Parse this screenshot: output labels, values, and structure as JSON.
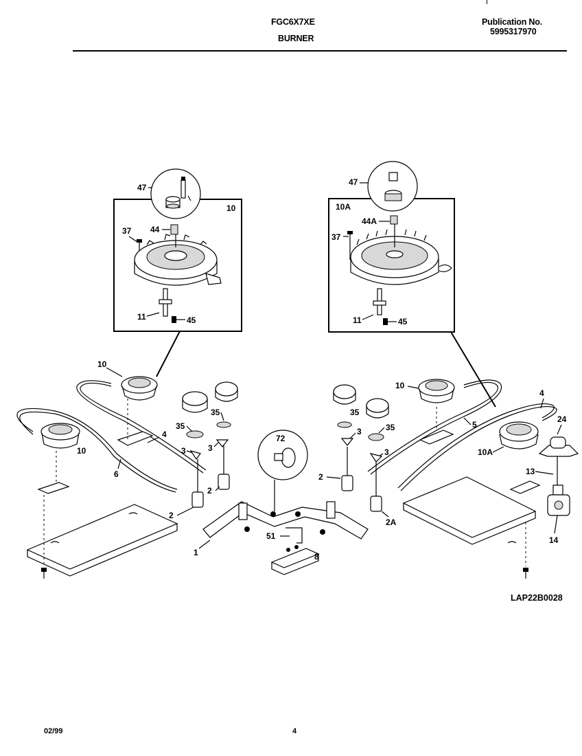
{
  "header": {
    "model": "FGC6X7XE",
    "section": "BURNER",
    "publication_label": "Publication No.",
    "publication_number": "5995317970"
  },
  "footer": {
    "diagram_code": "LAP22B0028",
    "date": "02/99",
    "page_number": "4"
  },
  "callouts": {
    "p47a": "47",
    "p44a": "44",
    "p37a": "37",
    "p11a": "11",
    "p45a": "45",
    "box10": "10",
    "p47b": "47",
    "p44ab": "44A",
    "p37b": "37",
    "p11b": "11",
    "p45b": "45",
    "box10a": "10A",
    "p10_left_top": "10",
    "p10_left": "10",
    "p10_right": "10",
    "p10a_right": "10A",
    "p4_left": "4",
    "p4_right": "4",
    "p6": "6",
    "p5": "5",
    "p35_a": "35",
    "p35_b": "35",
    "p35_c": "35",
    "p35_d": "35",
    "p3_a": "3",
    "p3_b": "3",
    "p3_c": "3",
    "p3_d": "3",
    "p2_a": "2",
    "p2_b": "2",
    "p2_c": "2",
    "p2a": "2A",
    "p72": "72",
    "p51": "51",
    "p8": "8",
    "p1": "1",
    "p24": "24",
    "p13": "13",
    "p14": "14"
  }
}
